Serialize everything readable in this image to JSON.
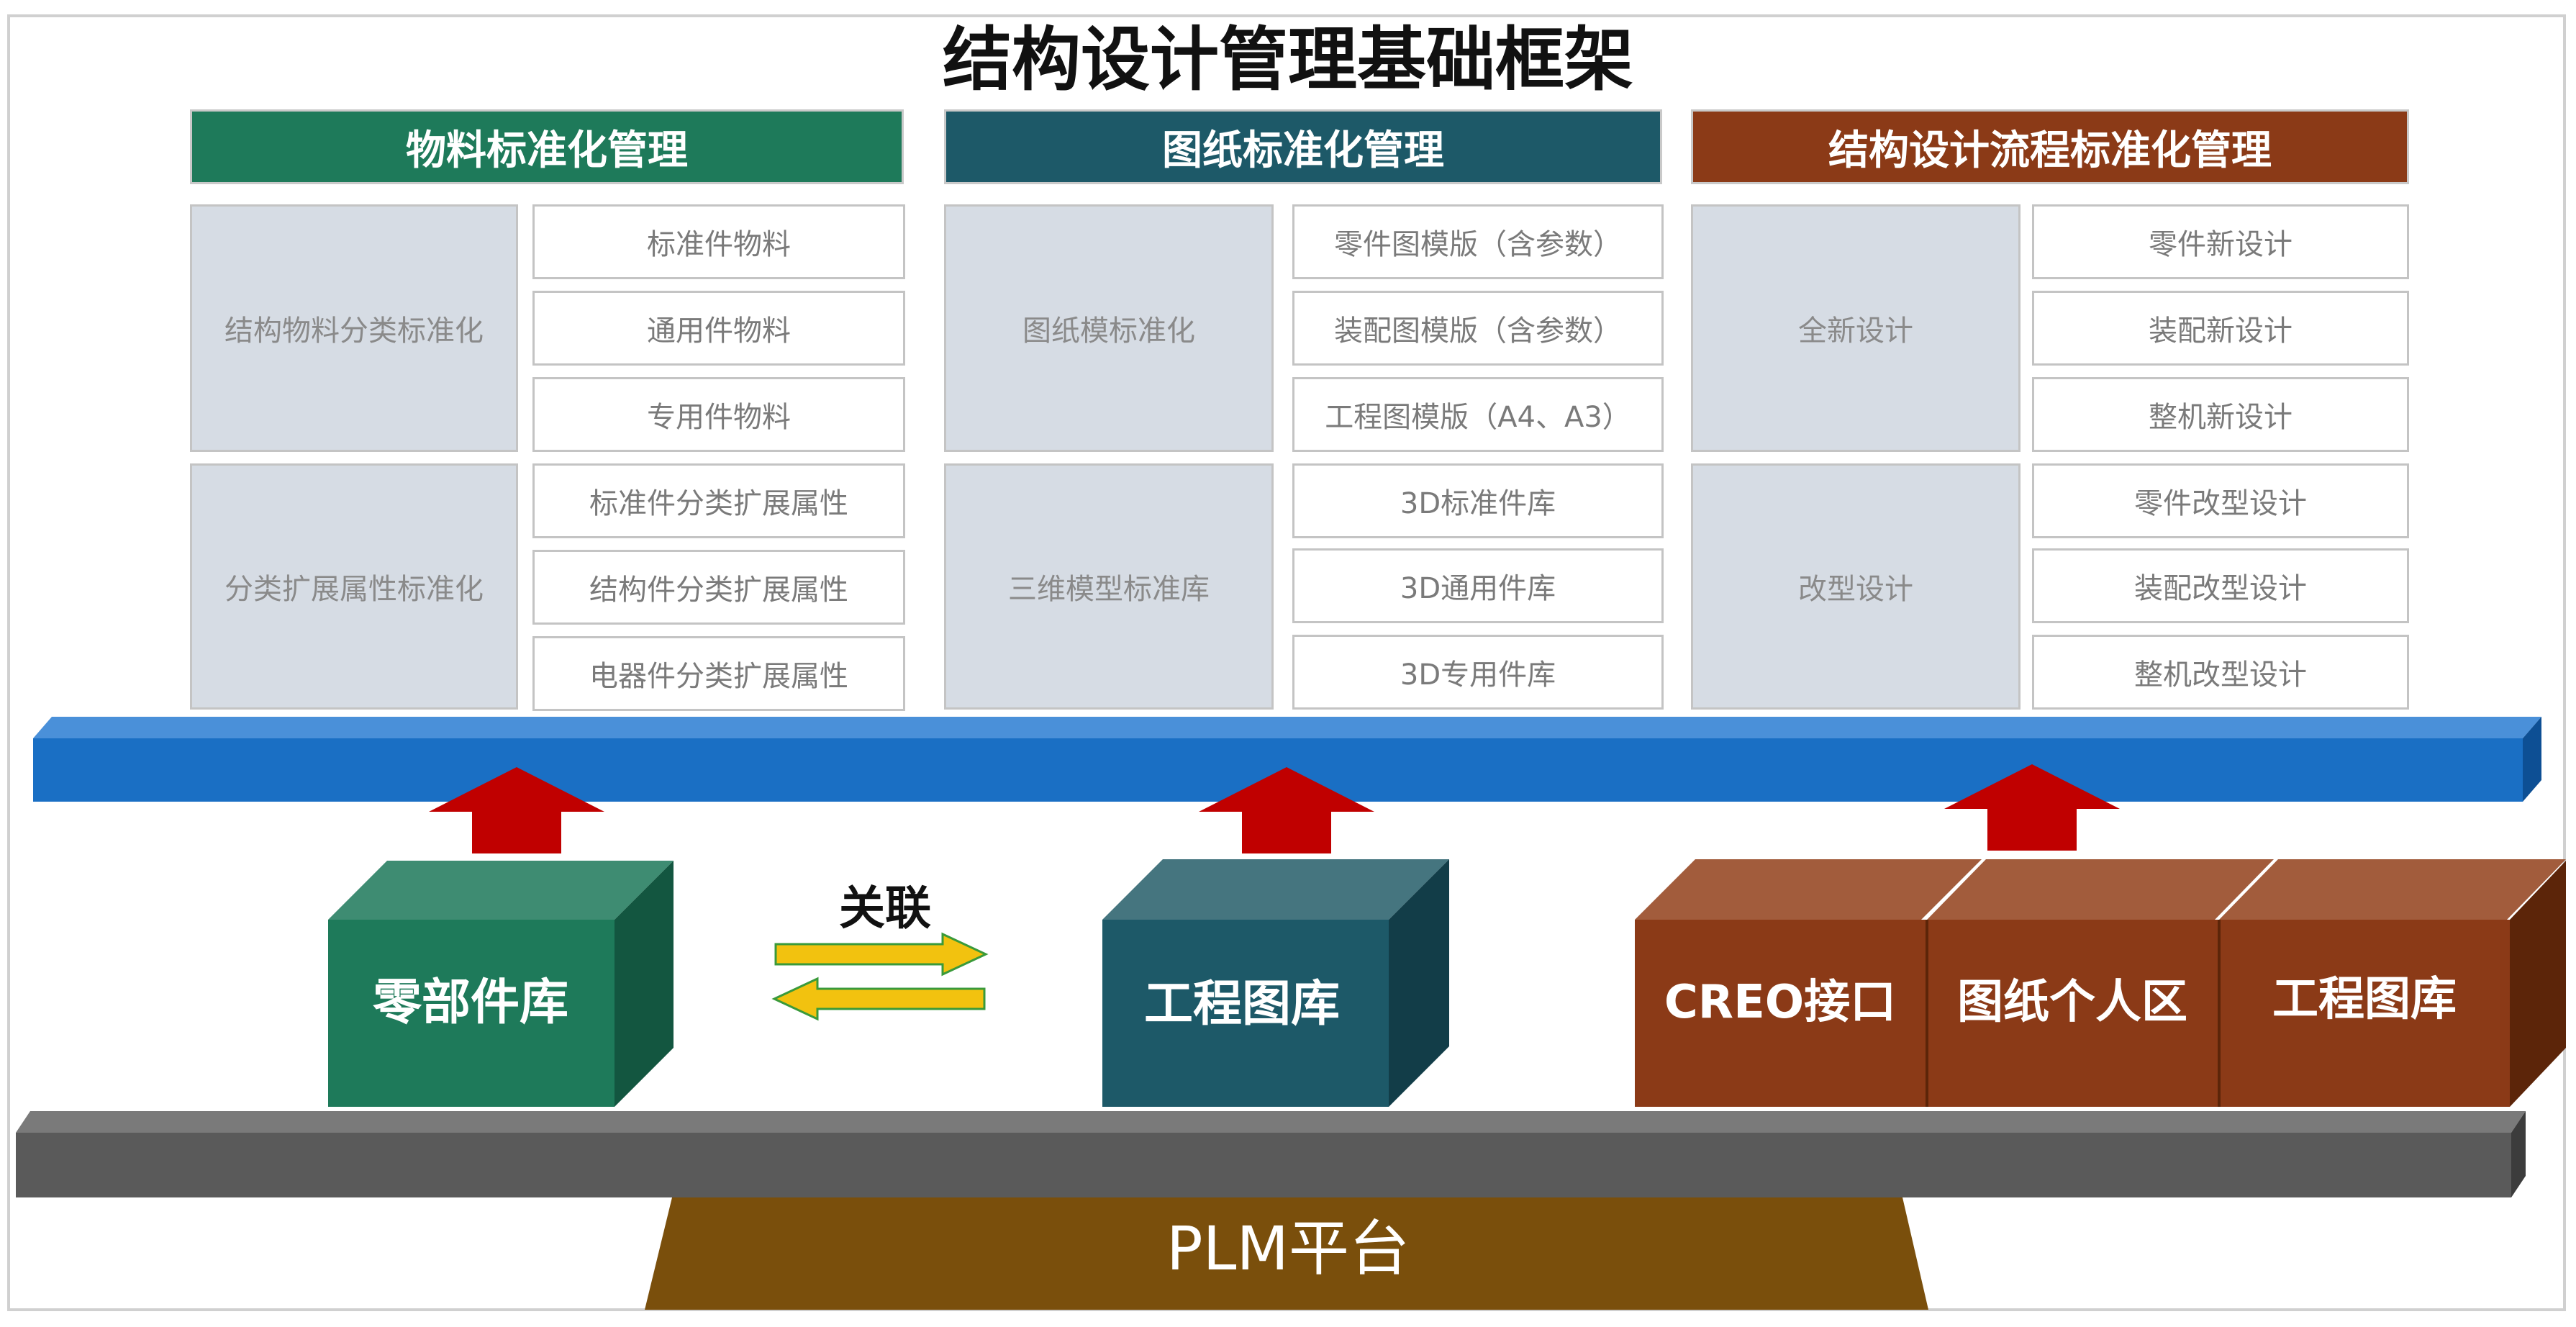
{
  "title": "结构设计管理基础框架",
  "columns": [
    {
      "header": "物料标准化管理",
      "color": "#1e7a5a",
      "groups": [
        {
          "label": "结构物料分类标准化",
          "items": [
            "标准件物料",
            "通用件物料",
            "专用件物料"
          ]
        },
        {
          "label": "分类扩展属性标准化",
          "items": [
            "标准件分类扩展属性",
            "结构件分类扩展属性",
            "电器件分类扩展属性"
          ]
        }
      ]
    },
    {
      "header": "图纸标准化管理",
      "color": "#1d5968",
      "groups": [
        {
          "label": "图纸模标准化",
          "items": [
            "零件图模版（含参数）",
            "装配图模版（含参数）",
            "工程图模版（A4、A3）"
          ]
        },
        {
          "label": "三维模型标准库",
          "items": [
            "3D标准件库",
            "3D通用件库",
            "3D专用件库"
          ]
        }
      ]
    },
    {
      "header": "结构设计流程标准化管理",
      "color": "#8b3a17",
      "groups": [
        {
          "label": "全新设计",
          "items": [
            "零件新设计",
            "装配新设计",
            "整机新设计"
          ]
        },
        {
          "label": "改型设计",
          "items": [
            "零件改型设计",
            "装配改型设计",
            "整机改型设计"
          ]
        }
      ]
    }
  ],
  "repositories": {
    "parts_library": "零部件库",
    "link_label": "关联",
    "drawing_library": "工程图库",
    "creo_interface": "CREO接口",
    "personal_area": "图纸个人区",
    "drawing_library_2": "工程图库"
  },
  "platform": "PLM平台",
  "colors": {
    "blue_bar": "#1f6fbf",
    "gray_bar": "#5a5a5a",
    "platform_base": "#7a4f0c",
    "arrow_red": "#c00000",
    "link_arrow": "#f2c20f",
    "link_arrow_border": "#3a9a3a"
  }
}
